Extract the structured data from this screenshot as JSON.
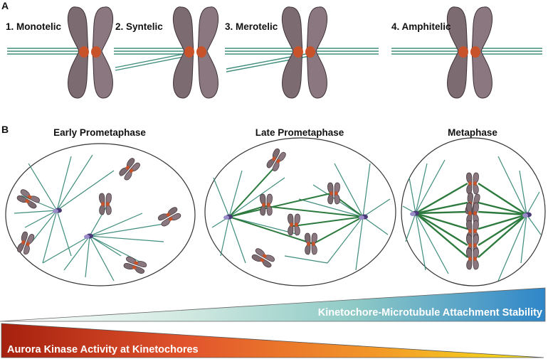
{
  "panels": {
    "a": "A",
    "b": "B"
  },
  "attachments": [
    {
      "label": "1. Monotelic"
    },
    {
      "label": "2. Syntelic"
    },
    {
      "label": "3. Merotelic"
    },
    {
      "label": "4. Amphitelic"
    }
  ],
  "stages": [
    {
      "label": "Early Prometaphase"
    },
    {
      "label": "Late Prometaphase"
    },
    {
      "label": "Metaphase"
    }
  ],
  "gradients": {
    "stability_label": "Kinetochore-Microtubule Attachment Stability",
    "aurora_label": "Aurora Kinase Activity at Kinetochores"
  },
  "colors": {
    "chromosome": "#7d6b72",
    "chromosome_edge": "#3f3338",
    "kinetochore": "#c8532a",
    "microtubule": "#3f8d7c",
    "kmt_fiber": "#2c7a3e",
    "centrosome": "#4b3a78",
    "stability_start": "#ffffff",
    "stability_end": "#2f86c8",
    "aurora_start": "#a5200e",
    "aurora_end": "#f6e81a"
  }
}
